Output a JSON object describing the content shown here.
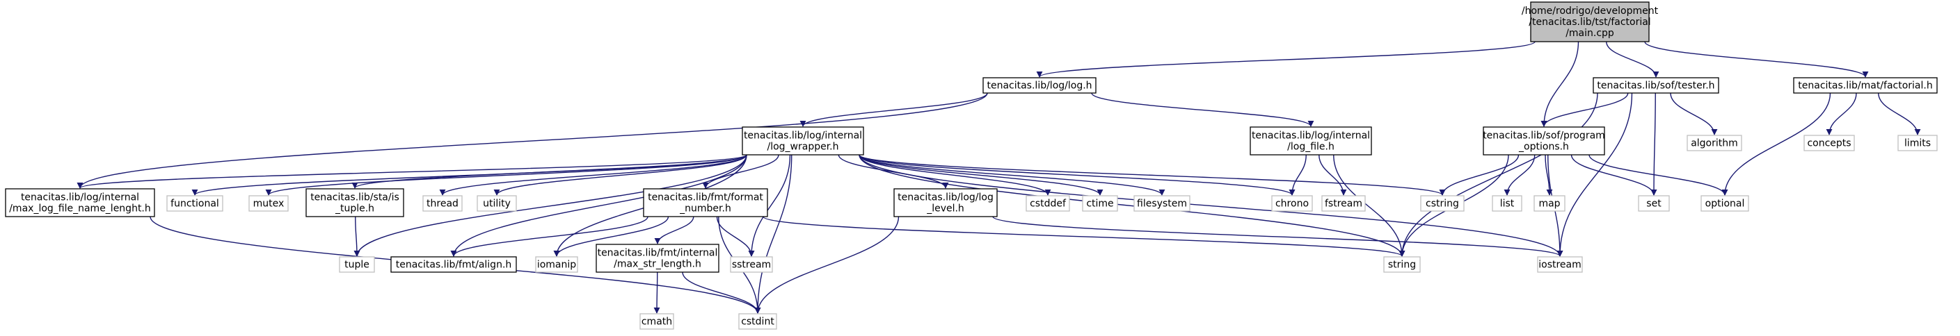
{
  "graph": {
    "edge_color": "#191970",
    "system_border_color": "#bfbfbf",
    "root_fill_color": "#bfbfbf",
    "nodes": [
      {
        "id": "main",
        "kind": "root",
        "lines": [
          "/home/rodrigo/development",
          "/tenacitas.lib/tst/factorial",
          "/main.cpp"
        ]
      },
      {
        "id": "log_h",
        "kind": "internal",
        "lines": [
          "tenacitas.lib/log/log.h"
        ]
      },
      {
        "id": "tester_h",
        "kind": "internal",
        "lines": [
          "tenacitas.lib/sof/tester.h"
        ]
      },
      {
        "id": "factorial_h",
        "kind": "internal",
        "lines": [
          "tenacitas.lib/mat/factorial.h"
        ]
      },
      {
        "id": "log_wrapper_h",
        "kind": "internal",
        "lines": [
          "tenacitas.lib/log/internal",
          "/log_wrapper.h"
        ]
      },
      {
        "id": "log_file_h",
        "kind": "internal",
        "lines": [
          "tenacitas.lib/log/internal",
          "/log_file.h"
        ]
      },
      {
        "id": "program_options_h",
        "kind": "internal",
        "lines": [
          "tenacitas.lib/sof/program",
          "_options.h"
        ]
      },
      {
        "id": "algorithm",
        "kind": "system",
        "lines": [
          "algorithm"
        ]
      },
      {
        "id": "concepts",
        "kind": "system",
        "lines": [
          "concepts"
        ]
      },
      {
        "id": "limits",
        "kind": "system",
        "lines": [
          "limits"
        ]
      },
      {
        "id": "max_log_h",
        "kind": "internal",
        "lines": [
          "tenacitas.lib/log/internal",
          "/max_log_file_name_lenght.h"
        ]
      },
      {
        "id": "functional",
        "kind": "system",
        "lines": [
          "functional"
        ]
      },
      {
        "id": "mutex",
        "kind": "system",
        "lines": [
          "mutex"
        ]
      },
      {
        "id": "is_tuple_h",
        "kind": "internal",
        "lines": [
          "tenacitas.lib/sta/is",
          "_tuple.h"
        ]
      },
      {
        "id": "thread",
        "kind": "system",
        "lines": [
          "thread"
        ]
      },
      {
        "id": "utility",
        "kind": "system",
        "lines": [
          "utility"
        ]
      },
      {
        "id": "format_number_h",
        "kind": "internal",
        "lines": [
          "tenacitas.lib/fmt/format",
          "_number.h"
        ]
      },
      {
        "id": "log_level_h",
        "kind": "internal",
        "lines": [
          "tenacitas.lib/log/log",
          "_level.h"
        ]
      },
      {
        "id": "cstddef",
        "kind": "system",
        "lines": [
          "cstddef"
        ]
      },
      {
        "id": "ctime",
        "kind": "system",
        "lines": [
          "ctime"
        ]
      },
      {
        "id": "filesystem",
        "kind": "system",
        "lines": [
          "filesystem"
        ]
      },
      {
        "id": "chrono",
        "kind": "system",
        "lines": [
          "chrono"
        ]
      },
      {
        "id": "fstream",
        "kind": "system",
        "lines": [
          "fstream"
        ]
      },
      {
        "id": "cstring",
        "kind": "system",
        "lines": [
          "cstring"
        ]
      },
      {
        "id": "list",
        "kind": "system",
        "lines": [
          "list"
        ]
      },
      {
        "id": "map",
        "kind": "system",
        "lines": [
          "map"
        ]
      },
      {
        "id": "set",
        "kind": "system",
        "lines": [
          "set"
        ]
      },
      {
        "id": "optional",
        "kind": "system",
        "lines": [
          "optional"
        ]
      },
      {
        "id": "tuple",
        "kind": "system",
        "lines": [
          "tuple"
        ]
      },
      {
        "id": "align_h",
        "kind": "internal",
        "lines": [
          "tenacitas.lib/fmt/align.h"
        ]
      },
      {
        "id": "iomanip",
        "kind": "system",
        "lines": [
          "iomanip"
        ]
      },
      {
        "id": "max_str_length_h",
        "kind": "internal",
        "lines": [
          "tenacitas.lib/fmt/internal",
          "/max_str_length.h"
        ]
      },
      {
        "id": "sstream",
        "kind": "system",
        "lines": [
          "sstream"
        ]
      },
      {
        "id": "string",
        "kind": "system",
        "lines": [
          "string"
        ]
      },
      {
        "id": "iostream",
        "kind": "system",
        "lines": [
          "iostream"
        ]
      },
      {
        "id": "cmath",
        "kind": "system",
        "lines": [
          "cmath"
        ]
      },
      {
        "id": "cstdint",
        "kind": "system",
        "lines": [
          "cstdint"
        ]
      }
    ],
    "edges": [
      [
        "main",
        "log_h"
      ],
      [
        "main",
        "tester_h"
      ],
      [
        "main",
        "factorial_h"
      ],
      [
        "main",
        "program_options_h"
      ],
      [
        "log_h",
        "log_wrapper_h"
      ],
      [
        "log_h",
        "log_file_h"
      ],
      [
        "log_h",
        "max_log_h"
      ],
      [
        "log_wrapper_h",
        "max_log_h"
      ],
      [
        "log_wrapper_h",
        "functional"
      ],
      [
        "log_wrapper_h",
        "mutex"
      ],
      [
        "log_wrapper_h",
        "is_tuple_h"
      ],
      [
        "log_wrapper_h",
        "thread"
      ],
      [
        "log_wrapper_h",
        "utility"
      ],
      [
        "log_wrapper_h",
        "format_number_h"
      ],
      [
        "log_wrapper_h",
        "log_level_h"
      ],
      [
        "log_wrapper_h",
        "cstddef"
      ],
      [
        "log_wrapper_h",
        "ctime"
      ],
      [
        "log_wrapper_h",
        "filesystem"
      ],
      [
        "log_wrapper_h",
        "chrono"
      ],
      [
        "log_wrapper_h",
        "cstring"
      ],
      [
        "log_wrapper_h",
        "tuple"
      ],
      [
        "log_wrapper_h",
        "align_h"
      ],
      [
        "log_wrapper_h",
        "iomanip"
      ],
      [
        "log_wrapper_h",
        "sstream"
      ],
      [
        "log_wrapper_h",
        "cstdint"
      ],
      [
        "log_wrapper_h",
        "string"
      ],
      [
        "log_wrapper_h",
        "iostream"
      ],
      [
        "log_file_h",
        "chrono"
      ],
      [
        "log_file_h",
        "fstream"
      ],
      [
        "log_file_h",
        "string"
      ],
      [
        "tester_h",
        "program_options_h"
      ],
      [
        "tester_h",
        "algorithm"
      ],
      [
        "tester_h",
        "set"
      ],
      [
        "tester_h",
        "iostream"
      ],
      [
        "tester_h",
        "string"
      ],
      [
        "factorial_h",
        "concepts"
      ],
      [
        "factorial_h",
        "limits"
      ],
      [
        "factorial_h",
        "optional"
      ],
      [
        "program_options_h",
        "cstring"
      ],
      [
        "program_options_h",
        "list"
      ],
      [
        "program_options_h",
        "map"
      ],
      [
        "program_options_h",
        "set"
      ],
      [
        "program_options_h",
        "optional"
      ],
      [
        "program_options_h",
        "string"
      ],
      [
        "program_options_h",
        "iostream"
      ],
      [
        "max_log_h",
        "cstdint"
      ],
      [
        "is_tuple_h",
        "tuple"
      ],
      [
        "format_number_h",
        "align_h"
      ],
      [
        "format_number_h",
        "iomanip"
      ],
      [
        "format_number_h",
        "max_str_length_h"
      ],
      [
        "format_number_h",
        "sstream"
      ],
      [
        "format_number_h",
        "string"
      ],
      [
        "format_number_h",
        "cstdint"
      ],
      [
        "log_level_h",
        "cstdint"
      ],
      [
        "log_level_h",
        "iostream"
      ],
      [
        "max_str_length_h",
        "cmath"
      ],
      [
        "max_str_length_h",
        "cstdint"
      ]
    ]
  }
}
